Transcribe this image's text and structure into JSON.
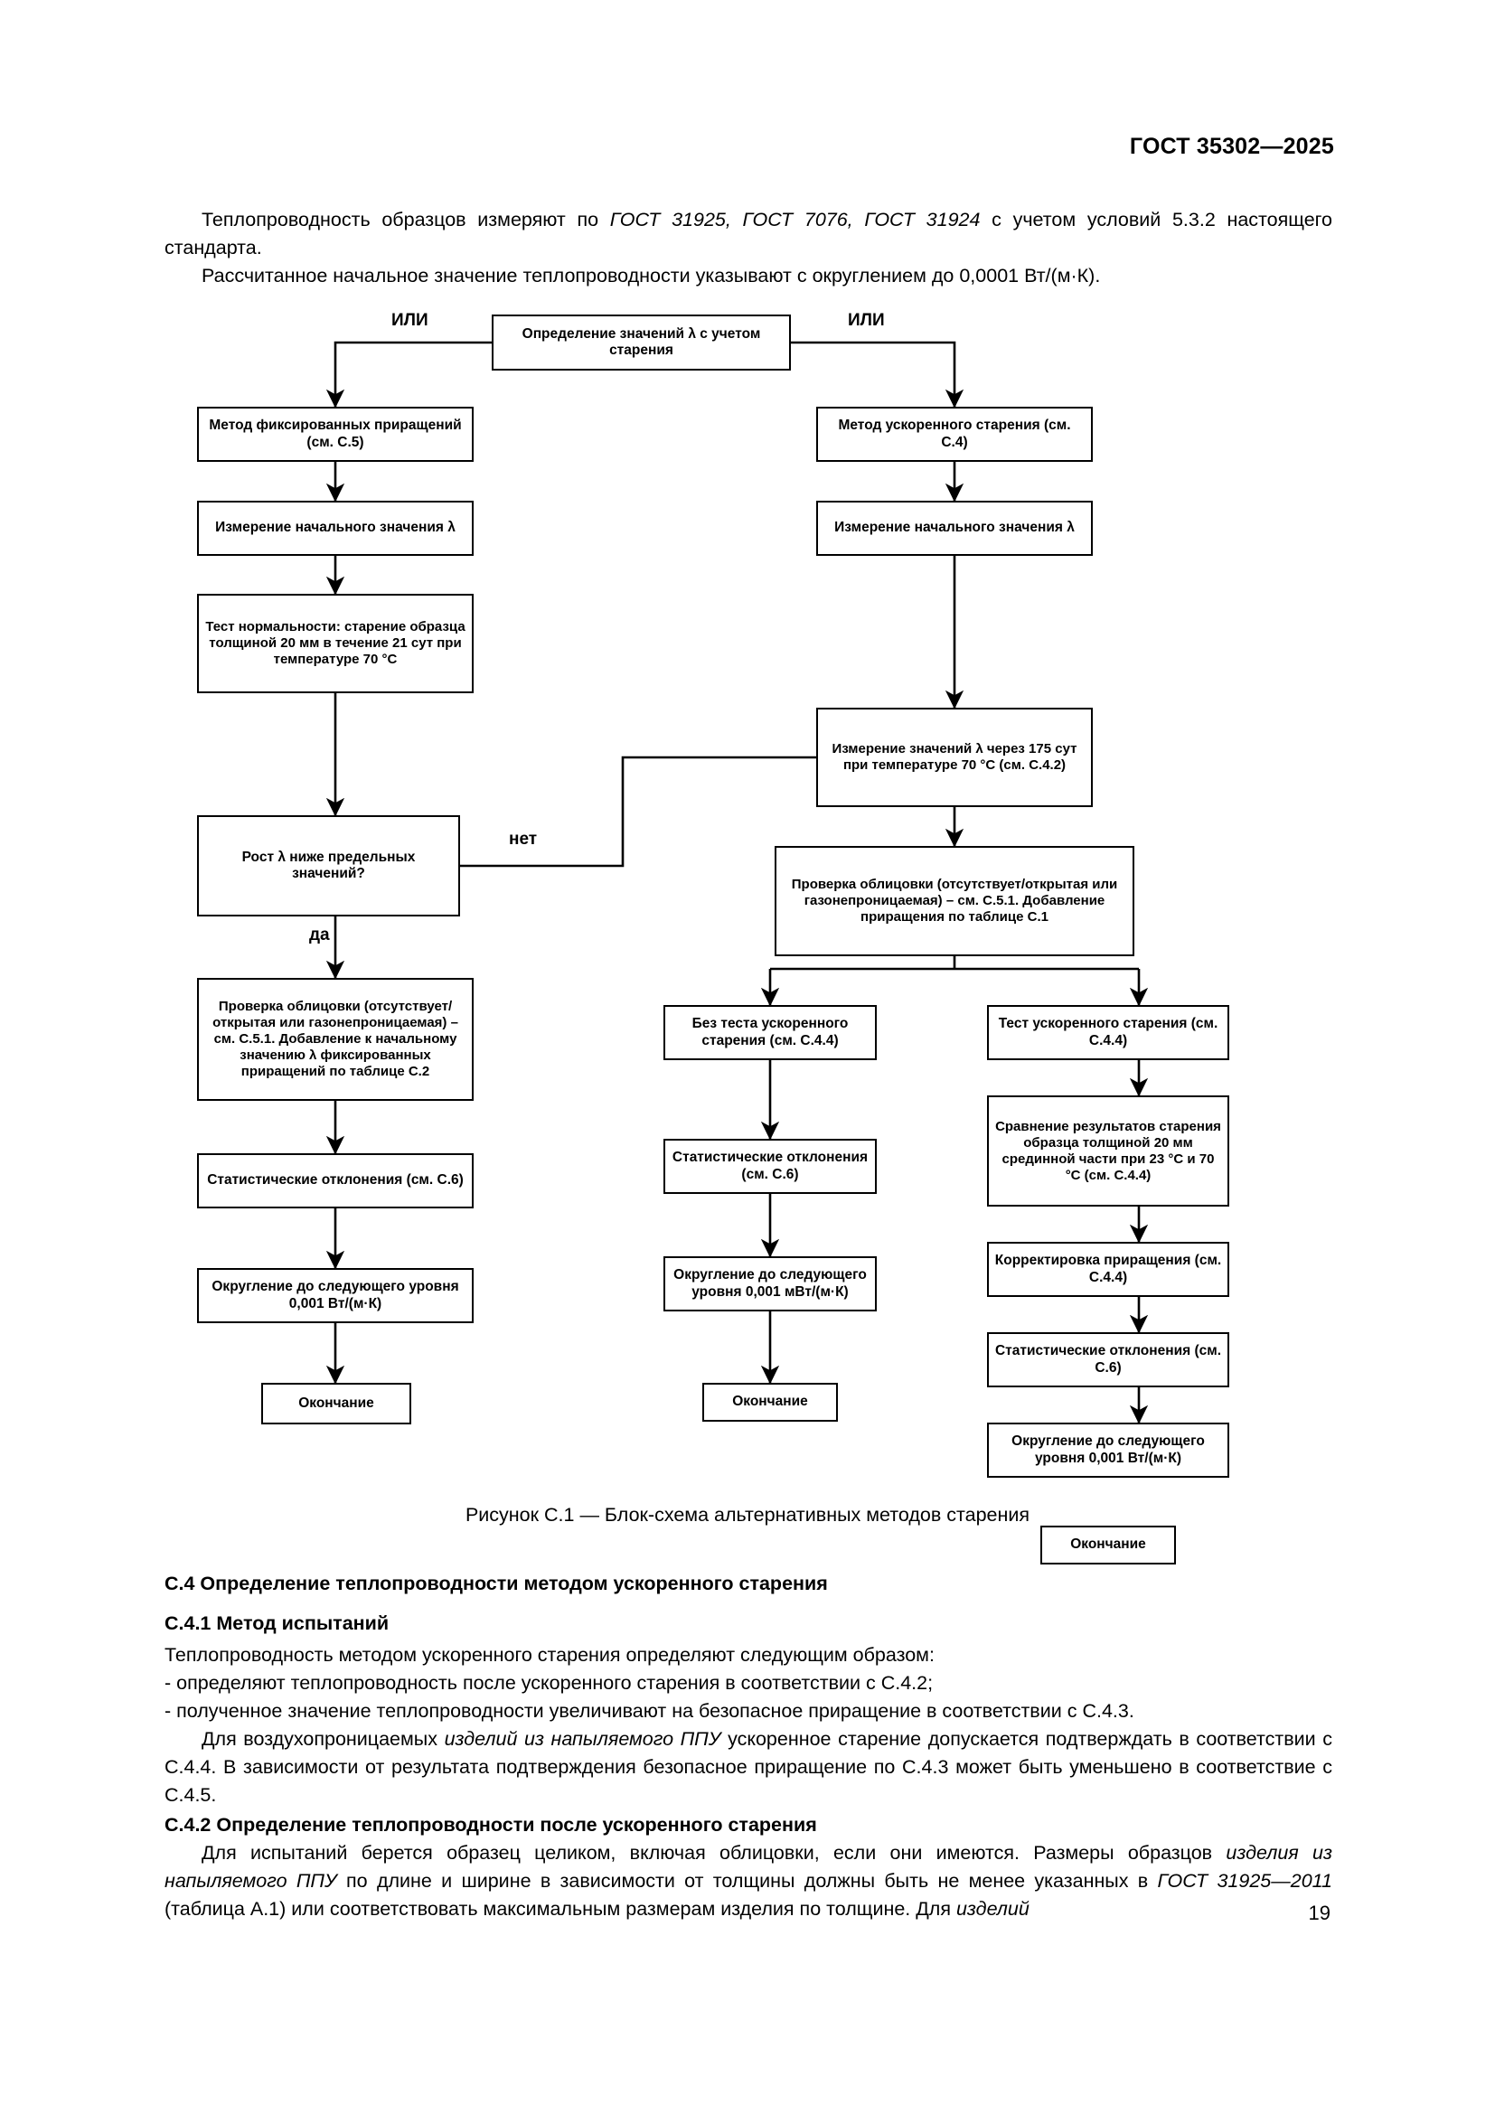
{
  "header": {
    "standard": "ГОСТ 35302—2025"
  },
  "page_number": "19",
  "intro": {
    "p1": "Теплопроводность образцов измеряют по ",
    "p1_italic": "ГОСТ 31925, ГОСТ 7076, ГОСТ 31924",
    "p1_tail": " с учетом условий 5.3.2 настоящего стандарта.",
    "p2": "Рассчитанное начальное значение теплопроводности указывают с округлением до 0,0001 Вт/(м·К)."
  },
  "figure": {
    "caption": "Рисунок С.1 — Блок-схема альтернативных методов старения",
    "labels": {
      "or_left": "ИЛИ",
      "or_right": "ИЛИ",
      "no": "нет",
      "yes": "да"
    },
    "nodes": {
      "start": "Определение значений λ с учетом старения",
      "left_method": "Метод фиксированных приращений (см. С.5)",
      "left_initial": "Измерение начального значения λ",
      "left_normality": "Тест нормальности: старение образца толщиной 20 мм в течение 21 сут при температуре 70 °C",
      "left_decision": "Рост λ ниже предельных значений?",
      "left_facing": "Проверка облицовки (отсутствует/открытая или газонепроницаемая) – см. С.5.1. Добавление к начальному значению λ фиксированных приращений по таблице С.2",
      "left_stats": "Статистические отклонения (см. С.6)",
      "left_round": "Округление до следующего уровня 0,001 Вт/(м·К)",
      "left_end": "Окончание",
      "right_method": "Метод ускоренного старения (см. С.4)",
      "right_initial": "Измерение начального значения λ",
      "right_175": "Измерение значений λ через 175 сут при температуре 70 °C (см. С.4.2)",
      "right_facing": "Проверка облицовки (отсутствует/открытая или газонепроницаемая) – см. С.5.1. Добавление приращения по таблице С.1",
      "mid_notest": "Без теста ускоренного старения (см. С.4.4)",
      "mid_stats": "Статистические отклонения (см. С.6)",
      "mid_round": "Округление до следующего уровня 0,001 мВт/(м·К)",
      "mid_end": "Окончание",
      "right_test": "Тест ускоренного старения (см. С.4.4)",
      "right_compare": "Сравнение результатов старения образца толщиной 20 мм срединной части при 23 °C и 70 °C (см. С.4.4)",
      "right_correct": "Корректировка приращения (см. С.4.4)",
      "right_stats": "Статистические отклонения (см. С.6)",
      "right_round": "Округление до следующего уровня 0,001 Вт/(м·К)",
      "right_end": "Окончание"
    }
  },
  "sections": {
    "c4_heading": "С.4 Определение теплопроводности методом ускоренного старения",
    "c41_heading": "С.4.1 Метод испытаний",
    "c41_lead": "Теплопроводность методом ускоренного старения определяют следующим образом:",
    "c41_item1": "-  определяют теплопроводность после ускоренного старения в соответствии с С.4.2;",
    "c41_item2": "-  полученное значение теплопроводности увеличивают на безопасное приращение в соответствии с С.4.3.",
    "c41_p_a": "Для воздухопроницаемых ",
    "c41_p_it": "изделий из напыляемого ППУ",
    "c41_p_b": " ускоренное старение допускается подтверждать в соответствии с С.4.4. В зависимости от результата подтверждения безопасное приращение по С.4.3 может быть уменьшено в соответствие с С.4.5.",
    "c42_heading": "С.4.2 Определение теплопроводности после ускоренного старения",
    "c42_p_a": "Для испытаний берется образец целиком, включая облицовки, если они имеются. Размеры образцов ",
    "c42_p_it1": "изделия из напыляемого ППУ",
    "c42_p_b": " по длине и ширине в зависимости от толщины должны быть не менее указанных в ",
    "c42_p_it2": "ГОСТ 31925—2011",
    "c42_p_c": " (таблица А.1) или соответствовать максимальным размерам изделия по толщине. Для ",
    "c42_p_it3": "изделий"
  }
}
